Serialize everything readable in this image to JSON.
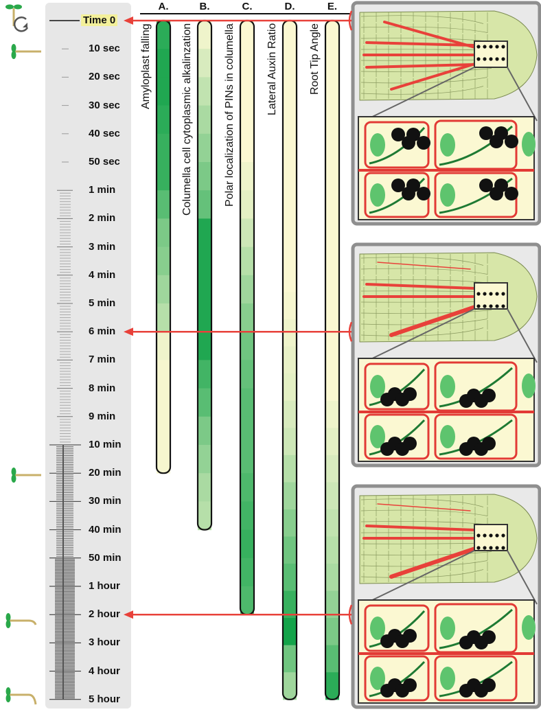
{
  "timeline": {
    "labels": [
      "Time 0",
      "10 sec",
      "20 sec",
      "30 sec",
      "40 sec",
      "50 sec",
      "1 min",
      "2 min",
      "3 min",
      "4 min",
      "5 min",
      "6 min",
      "7 min",
      "8 min",
      "9 min",
      "10 min",
      "20 min",
      "30 min",
      "40 min",
      "50 min",
      "1 hour",
      "2 hour",
      "3 hour",
      "4 hour",
      "5 hour"
    ]
  },
  "columns": [
    {
      "letter": "A.",
      "name": "Amyloplast falling",
      "end_index": 16,
      "shades": [
        0.9,
        0.95,
        0.95,
        0.9,
        0.85,
        0.85,
        0.7,
        0.55,
        0.5,
        0.4,
        0.3,
        0.05,
        0.02,
        0.02,
        0.02,
        0.02
      ]
    },
    {
      "letter": "B.",
      "name": "Columella cell cytoplasmic alkalinzation",
      "end_index": 18,
      "shades": [
        0.05,
        0.15,
        0.25,
        0.35,
        0.45,
        0.55,
        0.65,
        0.95,
        0.95,
        0.95,
        0.95,
        0.95,
        0.8,
        0.7,
        0.55,
        0.45,
        0.35,
        0.3
      ]
    },
    {
      "letter": "C.",
      "name": "Polar localization of PINs in columella",
      "end_index": 21,
      "shades": [
        0.0,
        0.0,
        0.0,
        0.0,
        0.0,
        0.05,
        0.1,
        0.2,
        0.3,
        0.4,
        0.5,
        0.6,
        0.65,
        0.7,
        0.7,
        0.7,
        0.75,
        0.8,
        0.85,
        0.8,
        0.75
      ]
    },
    {
      "letter": "D.",
      "name": "Lateral Auxin Ratio",
      "end_index": 24,
      "shades": [
        0.0,
        0.0,
        0.0,
        0.0,
        0.0,
        0.0,
        0.0,
        0.0,
        0.0,
        0.0,
        0.02,
        0.05,
        0.08,
        0.1,
        0.15,
        0.2,
        0.3,
        0.4,
        0.5,
        0.6,
        0.7,
        0.85,
        1.0,
        0.6,
        0.4
      ]
    },
    {
      "letter": "E.",
      "name": "Root Tip Angle",
      "end_index": 24,
      "shades": [
        0.0,
        0.0,
        0.0,
        0.0,
        0.0,
        0.0,
        0.0,
        0.0,
        0.0,
        0.0,
        0.0,
        0.0,
        0.0,
        0.0,
        0.05,
        0.1,
        0.15,
        0.2,
        0.25,
        0.3,
        0.35,
        0.45,
        0.55,
        0.7,
        0.9
      ]
    }
  ],
  "arrows": [
    {
      "at_index": 0,
      "panel_index": 0
    },
    {
      "at_index": 11,
      "panel_index": 1
    },
    {
      "at_index": 21,
      "panel_index": 2
    }
  ],
  "panels": [
    {
      "stage": "early",
      "amyloplast_position": "top"
    },
    {
      "stage": "mid",
      "amyloplast_position": "bottom"
    },
    {
      "stage": "late",
      "amyloplast_position": "bottom"
    }
  ],
  "colors": {
    "timeline_bg": "#e7e7e7",
    "bar_light": "#fbf8d2",
    "bar_dark": "#14a34a",
    "arrow": "#e8413a",
    "cell_fill": "#fbf8d2",
    "cell_wall": "#e23a35",
    "nucleus": "#5ec46e",
    "amyloplast": "#111111",
    "er": "#1e7a33",
    "root_tissue": "#d7e6a8",
    "panel_frame": "#8f8f8f"
  },
  "icons": [
    "seedling-vertical-icon",
    "rotate-arrow-icon",
    "seedling-horizontal-icon",
    "seedling-bending-icon",
    "seedling-bent-icon"
  ]
}
